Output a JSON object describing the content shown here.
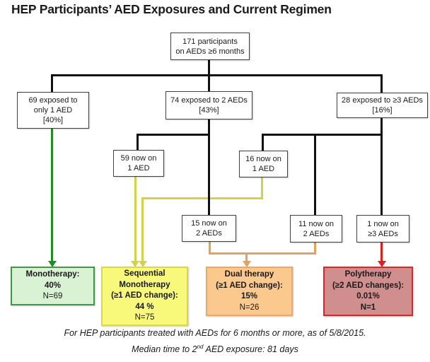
{
  "title": "HEP Participants’ AED Exposures and Current Regimen",
  "flow": {
    "root": {
      "lines": [
        "171 participants",
        "on AEDs ≥6 months"
      ]
    },
    "exposed_1": {
      "lines": [
        "69 exposed to",
        "only 1 AED",
        "[40%]"
      ]
    },
    "exposed_2": {
      "lines": [
        "74 exposed to 2 AEDs",
        "[43%]"
      ]
    },
    "exposed_3": {
      "lines": [
        "28 exposed to ≥3 AEDs",
        "[16%]"
      ]
    },
    "now59": {
      "lines": [
        "59 now on",
        "1 AED"
      ]
    },
    "now16": {
      "lines": [
        "16 now on",
        "1 AED"
      ]
    },
    "now15": {
      "lines": [
        "15 now on",
        "2 AEDs"
      ]
    },
    "now11": {
      "lines": [
        "11 now on",
        "2 AEDs"
      ]
    },
    "now1": {
      "lines": [
        "1 now on",
        "≥3 AEDs"
      ]
    }
  },
  "outcomes": {
    "monotherapy": {
      "label_lines": [
        "Monotherapy:"
      ],
      "percent": "40%",
      "n": "N=69",
      "fill": "#d9f2d3",
      "border": "#3c9a41",
      "arrow": "#1f8e25"
    },
    "sequential": {
      "label_lines": [
        "Sequential",
        "Monotherapy",
        "(≥1 AED change):"
      ],
      "percent": "44 %",
      "n": "N=75",
      "fill": "#f8f87a",
      "border": "#d9d943",
      "arrow": "#d2d24b"
    },
    "dual": {
      "label_lines": [
        "Dual therapy",
        "(≥1 AED change):"
      ],
      "percent": "15%",
      "n": "N=26",
      "fill": "#fbc98e",
      "border": "#f0a763",
      "arrow": "#e9a05c"
    },
    "poly": {
      "label_lines": [
        "Polytherapy",
        "(≥2 AED changes):"
      ],
      "percent": "0.01%",
      "n": "N=1",
      "fill": "#d08e8e",
      "border": "#e42320",
      "arrow": "#e11d1d"
    }
  },
  "footnote": {
    "line1": "For HEP participants treated with AEDs for 6 months or more, as of 5/8/2015.",
    "line2_prefix": "Median time to 2",
    "line2_sup": "nd",
    "line2_suffix": " AED exposure: 81 days"
  },
  "colors": {
    "black_line": "#111111",
    "monotherapy_arrow": "#1f8e25",
    "sequential_arrow": "#d2d24b",
    "dual_arrow": "#e9a05c",
    "poly_arrow": "#e11d1d"
  }
}
